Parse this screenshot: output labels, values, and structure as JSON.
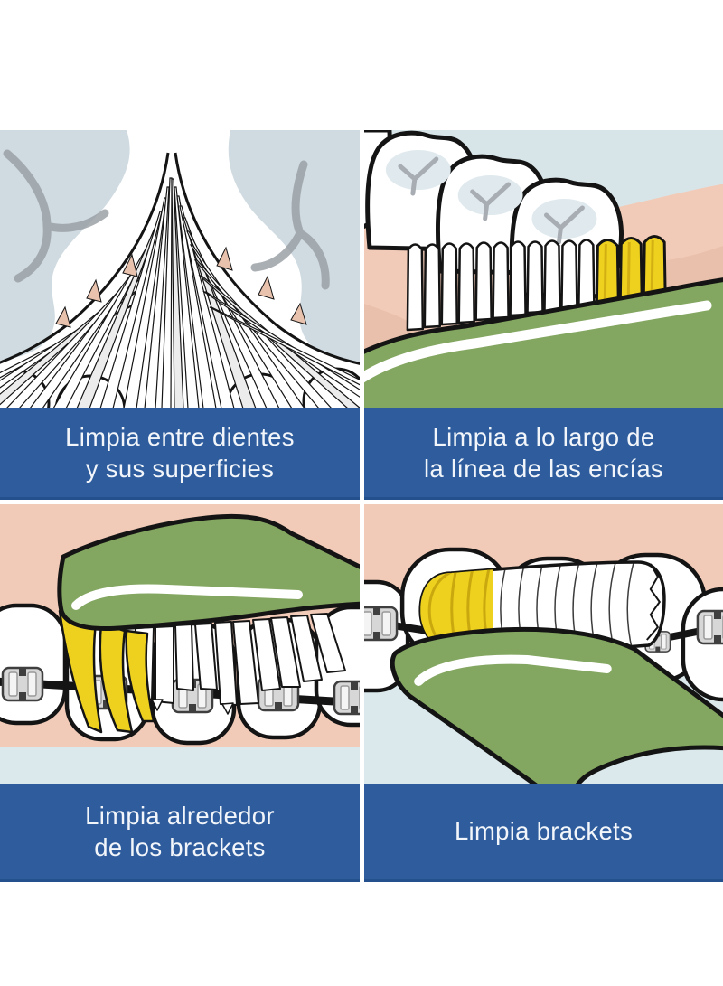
{
  "panels": [
    {
      "id": "between-teeth",
      "caption": [
        "Limpia entre dientes",
        "y sus superficies"
      ]
    },
    {
      "id": "gumline",
      "caption": [
        "Limpia a lo largo de",
        "la línea de las encías"
      ]
    },
    {
      "id": "around-brackets",
      "caption": [
        "Limpia alrededor",
        "de los brackets"
      ]
    },
    {
      "id": "brackets",
      "caption": [
        "Limpia brackets"
      ]
    }
  ],
  "colors": {
    "caption_bar": "#2e5c9d",
    "caption_bar_edge": "#24508d",
    "caption_text": "#f2f6fa",
    "sky_blue_background": "#d8e5e8",
    "bottom_blue_strip": "#dbe9ec",
    "gum_pink": "#f2cbb8",
    "gum_pink_shade": "#e9c0ab",
    "brush_green": "#83a660",
    "bristle_yellow": "#eed11e",
    "tooth_shading_blue": "#cfdbe1",
    "bracket_gray": "#d7d7d7",
    "outline_black": "#141414",
    "page_background": "#ffffff"
  }
}
